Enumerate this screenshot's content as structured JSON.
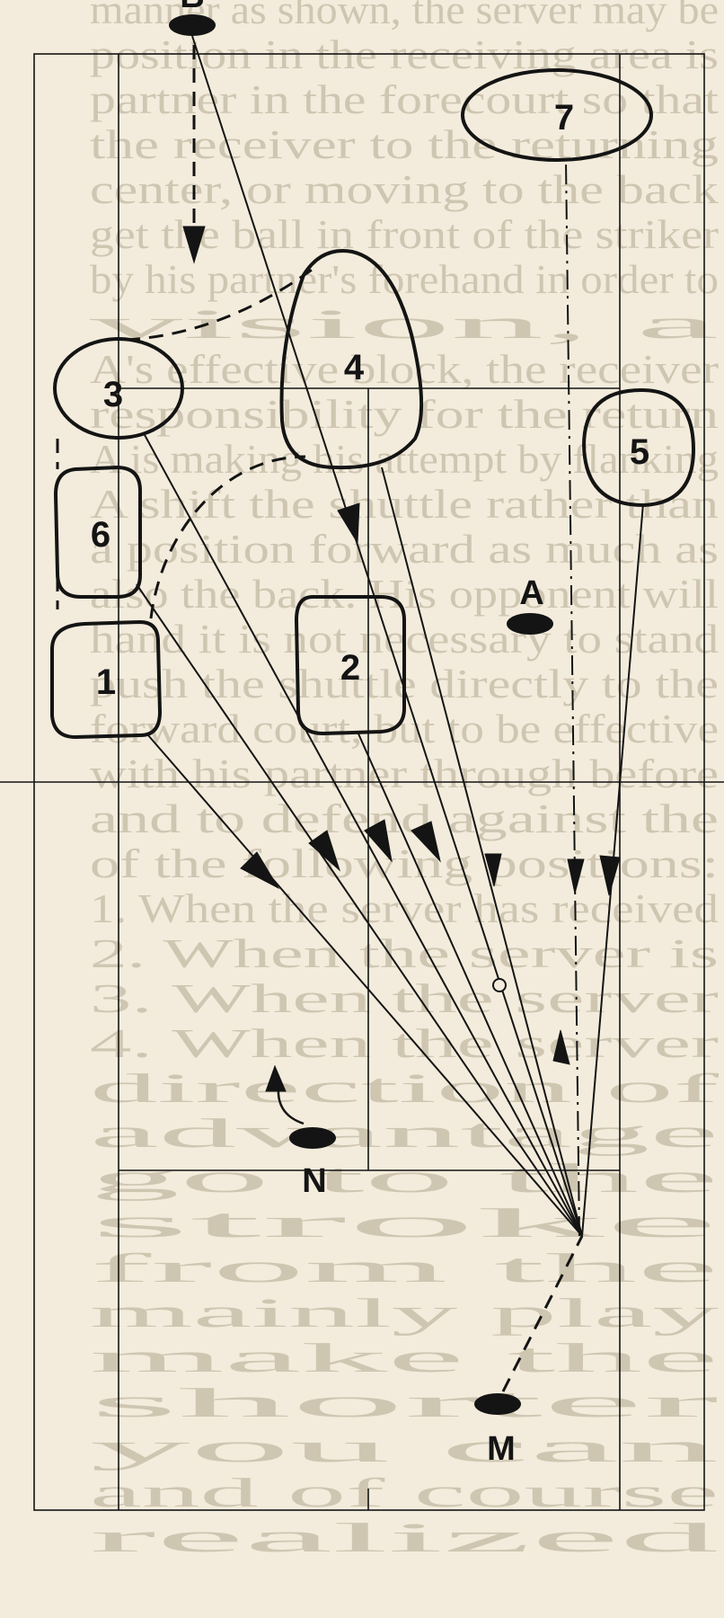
{
  "zones": [
    {
      "number": "1"
    },
    {
      "number": "2"
    },
    {
      "number": "3"
    },
    {
      "number": "4"
    },
    {
      "number": "5"
    },
    {
      "number": "6"
    },
    {
      "number": "7"
    }
  ],
  "players": {
    "a": {
      "label": "A"
    },
    "n": {
      "label": "N"
    },
    "m": {
      "label": "M"
    },
    "b": {
      "label": "B"
    }
  },
  "bleed_through_text": [
    "manner as shown, the server may be",
    "position in the receiving area is",
    "partner in the forecourt so that",
    "the receiver to the returning",
    "center, or moving to the back",
    "get the ball in front of the striker",
    "by his partner's forehand in order to",
    "vision, a",
    "A's effective block, the receiver",
    "responsibility for the return",
    "A is making his attempt by flanking",
    "A shift the shuttle rather than",
    "a position forward as much as",
    "also the back. His opponent will",
    "hand it is not necessary to stand",
    "push the shuttle directly to the",
    "forward court, but to be effective",
    "with his partner through before",
    "and to defend against the",
    "of the following positions:",
    "1. When the server has received",
    "2. When the server is",
    "3. When the server",
    "4. When the server",
    "direction of",
    "advantage",
    "go to the",
    "stroke",
    "from the",
    "mainly play",
    "make the",
    "shorter",
    "you can",
    "and of course",
    "realized"
  ]
}
